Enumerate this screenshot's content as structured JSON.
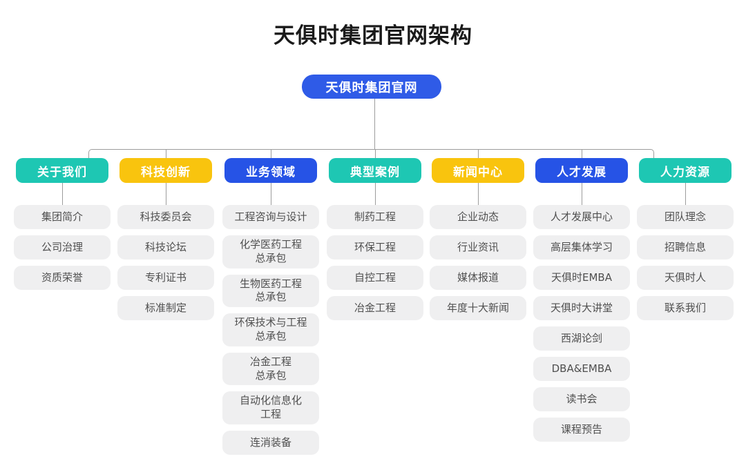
{
  "title": "天俱时集团官网架构",
  "root": {
    "label": "天俱时集团官网",
    "color": "#2F5BE7"
  },
  "colors": {
    "teal": "#1EC7B3",
    "yellow": "#F9C40E",
    "blue": "#2653E6",
    "node_bg": "#EFEFF0",
    "node_text": "#4F4F4F",
    "line": "#9C9C9C",
    "title_text": "#1A1A1A"
  },
  "branches": [
    {
      "label": "关于我们",
      "color": "#1EC7B3",
      "children": [
        "集团简介",
        "公司治理",
        "资质荣誉"
      ]
    },
    {
      "label": "科技创新",
      "color": "#F9C40E",
      "children": [
        "科技委员会",
        "科技论坛",
        "专利证书",
        "标准制定"
      ]
    },
    {
      "label": "业务领域",
      "color": "#2653E6",
      "children": [
        "工程咨询与设计",
        "化学医药工程\n总承包",
        "生物医药工程\n总承包",
        "环保技术与工程\n总承包",
        "冶金工程\n总承包",
        "自动化信息化\n工程",
        "连消装备"
      ]
    },
    {
      "label": "典型案例",
      "color": "#1EC7B3",
      "children": [
        "制药工程",
        "环保工程",
        "自控工程",
        "冶金工程"
      ]
    },
    {
      "label": "新闻中心",
      "color": "#F9C40E",
      "children": [
        "企业动态",
        "行业资讯",
        "媒体报道",
        "年度十大新闻"
      ]
    },
    {
      "label": "人才发展",
      "color": "#2653E6",
      "children": [
        "人才发展中心",
        "高层集体学习",
        "天俱时EMBA",
        "天俱时大讲堂",
        "西湖论剑",
        "DBA&EMBA",
        "读书会",
        "课程预告"
      ]
    },
    {
      "label": "人力资源",
      "color": "#1EC7B3",
      "children": [
        "团队理念",
        "招聘信息",
        "天俱时人",
        "联系我们"
      ]
    }
  ]
}
